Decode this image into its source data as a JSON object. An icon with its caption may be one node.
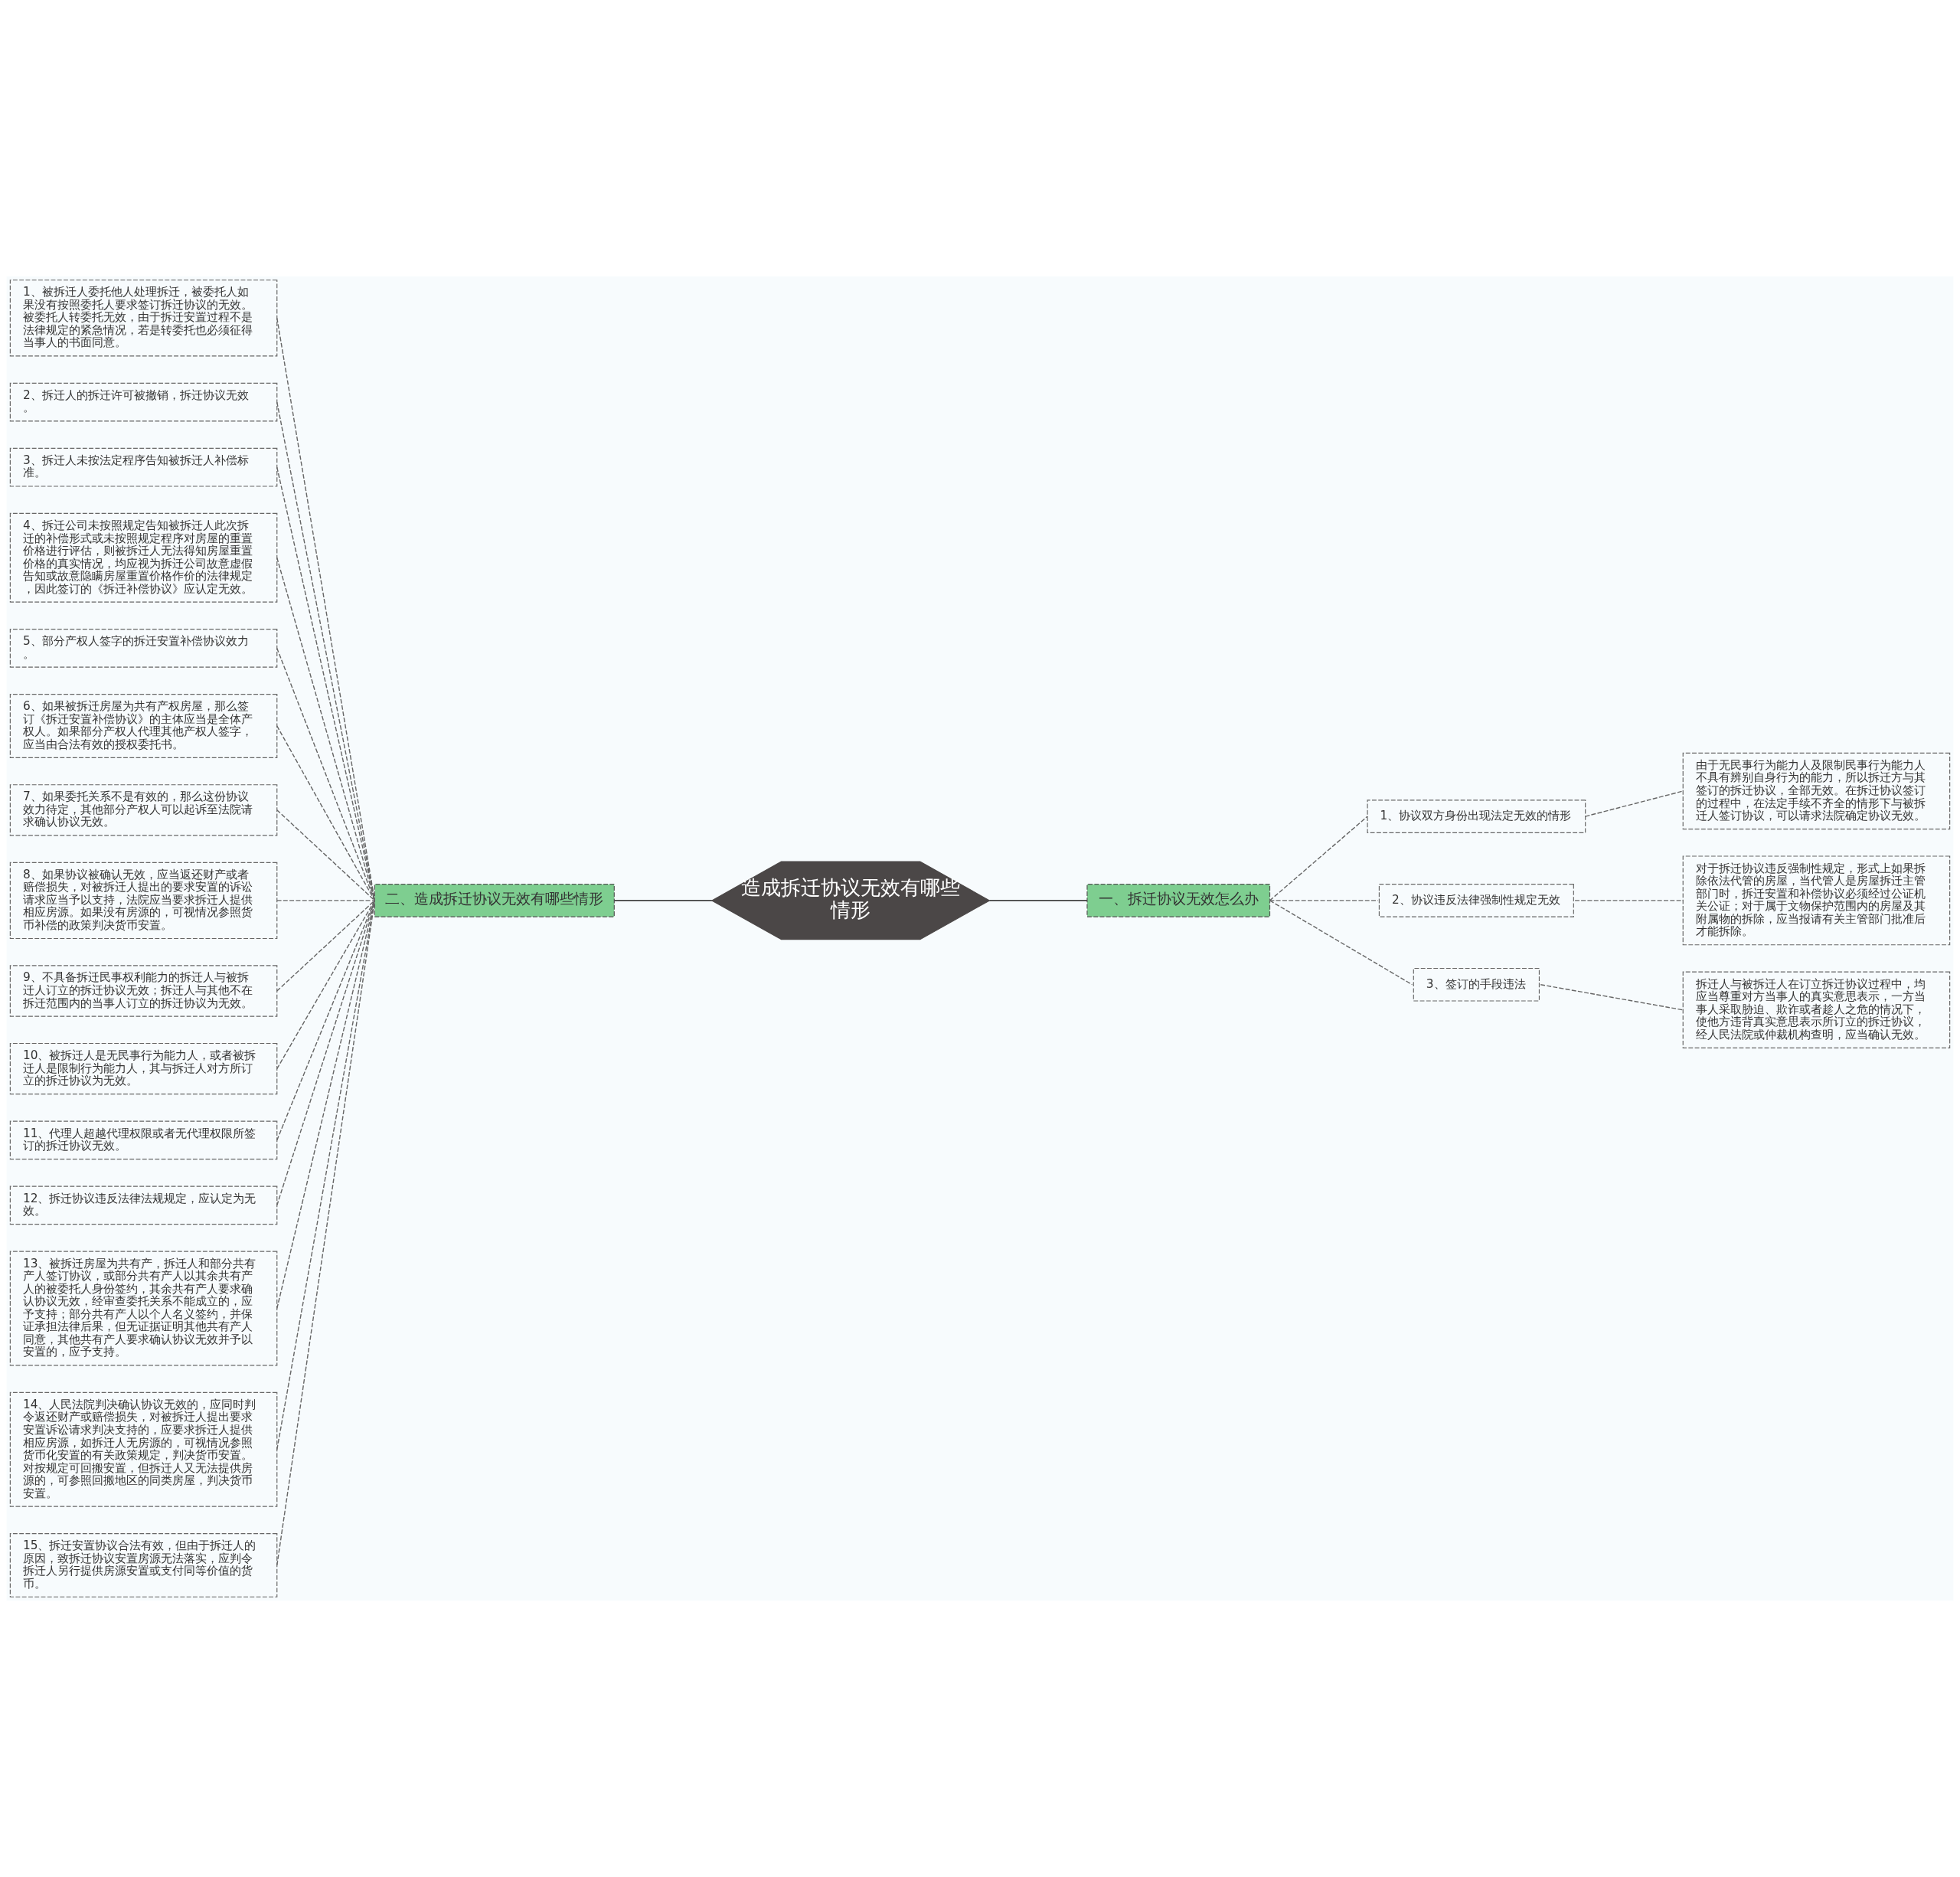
{
  "diagram": {
    "nodes": [
      {
        "text": [
          "造成拆迁协议无效有哪些情形"
        ]
      },
      {
        "text": [
          "一、拆迁协议无效怎么办"
        ]
      },
      {
        "text": [
          "1、协议双方身份出现法定无效的情形"
        ]
      },
      {
        "text": [
          "由于无民事行为能力人及限制民事行为能力人不具有辨别自身行为的能力，所以拆迁方与其签订的拆迁协议，全部无效。在拆迁协议签订的过程中，在法定手续不齐全的情形下与被拆迁人签订协议，可以请求法院确定协议无效。"
        ]
      },
      {
        "text": [
          "2、协议违反法律强制性规定无效"
        ]
      },
      {
        "text": [
          "对于拆迁协议违反强制性规定，形式上如果拆除依法代管的房屋，当代管人是房屋拆迁主管部门时，拆迁安置和补偿协议必须经过公证机关公证；对于属于文物保护范围内的房屋及其附属物的拆除，应当报请有关主管部门批准后才能拆除。"
        ]
      },
      {
        "text": [
          "3、签订的手段违法"
        ]
      },
      {
        "text": [
          "拆迁人与被拆迁人在订立拆迁协议过程中，均应当尊重对方当事人的真实意思表示，一方当事人采取胁迫、欺诈或者趁人之危的情况下，使他方违背真实意思表示所订立的拆迁协议，经人民法院或仲裁机构查明，应当确认无效。"
        ]
      },
      {
        "text": [
          "二、造成拆迁协议无效有哪些情形"
        ]
      },
      {
        "text": [
          "1、被拆迁人委托他人处理拆迁，被委托人如果没有按照委托人要求签订拆迁协议的无效。被委托人转委托无效，由于拆迁安置过程不是法律规定的紧急情况，若是转委托也必须征得当事人的书面同意。"
        ]
      },
      {
        "text": [
          "2、拆迁人的拆迁许可被撤销，拆迁协议无效。"
        ]
      },
      {
        "text": [
          "3、拆迁人未按法定程序告知被拆迁人补偿标准。"
        ]
      },
      {
        "text": [
          "4、拆迁公司未按照规定告知被拆迁人此次拆迁的补偿形式或未按照规定程序对房屋的重置价格进行评估，则被拆迁人无法得知房屋重置价格的真实情况，均应视为拆迁公司故意虚假告知或故意隐瞒房屋重置价格作价的法律规定，因此签订的《拆迁补偿协议》应认定无效。"
        ]
      },
      {
        "text": [
          "5、部分产权人签字的拆迁安置补偿协议效力。"
        ]
      },
      {
        "text": [
          "6、如果被拆迁房屋为共有产权房屋，那么签订《拆迁安置补偿协议》的主体应当是全体产权人。如果部分产权人代理其他产权人签字，应当由合法有效的授权委托书。"
        ]
      },
      {
        "text": [
          "7、如果委托关系不是有效的，那么这份协议效力待定，其他部分产权人可以起诉至法院请求确认协议无效。"
        ]
      },
      {
        "text": [
          "8、如果协议被确认无效，应当返还财产或者赔偿损失，对被拆迁人提出的要求安置的诉讼请求应当予以支持，法院应当要求拆迁人提供相应房源。如果没有房源的，可视情况参照货币补偿的政策判决货币安置。"
        ]
      },
      {
        "text": [
          "9、不具备拆迁民事权利能力的拆迁人与被拆迁人订立的拆迁协议无效；拆迁人与其他不在拆迁范围内的当事人订立的拆迁协议为无效。"
        ]
      },
      {
        "text": [
          "10、被拆迁人是无民事行为能力人，或者被拆迁人是限制行为能力人，其与拆迁人对方所订立的拆迁协议为无效。"
        ]
      },
      {
        "text": [
          "11、代理人超越代理权限或者无代理权限所签订的拆迁协议无效。"
        ]
      },
      {
        "text": [
          "12、拆迁协议违反法律法规规定，应认定为无效。"
        ]
      },
      {
        "text": [
          "13、被拆迁房屋为共有产，拆迁人和部分共有产人签订协议，或部分共有产人以其余共有产人的被委托人身份签约，其余共有产人要求确认协议无效，经审查委托关系不能成立的，应予支持；部分共有产人以个人名义签约，并保证承担法律后果，但无证据证明其他共有产人同意，其他共有产人要求确认协议无效并予以安置的，应予支持。"
        ]
      },
      {
        "text": [
          "14、人民法院判决确认协议无效的，应同时判令返还财产或赔偿损失，对被拆迁人提出要求安置诉讼请求判决支持的，应要求拆迁人提供相应房源，如拆迁人无房源的，可视情况参照货币化安置的有关政策规定，判决货币安置。对按规定可回搬安置，但拆迁人又无法提供房源的，可参照回搬地区的同类房屋，判决货币安置。"
        ]
      },
      {
        "text": [
          "15、拆迁安置协议合法有效，但由于拆迁人的原因，致拆迁协议安置房源无法落实，应判令拆迁人另行提供房源安置或支付同等价值的货币。"
        ]
      }
    ],
    "edges": [
      {
        "from": 0,
        "to": 1,
        "arrow": "none"
      },
      {
        "from": 1,
        "to": 2,
        "arrow": "none",
        "style": "dashed"
      },
      {
        "from": 2,
        "to": 3,
        "arrow": "none",
        "style": "dashed"
      },
      {
        "from": 1,
        "to": 4,
        "arrow": "none",
        "style": "dashed"
      },
      {
        "from": 4,
        "to": 5,
        "arrow": "none",
        "style": "dashed"
      },
      {
        "from": 1,
        "to": 6,
        "arrow": "none",
        "style": "dashed"
      },
      {
        "from": 6,
        "to": 7,
        "arrow": "none",
        "style": "dashed"
      },
      {
        "from": 8,
        "to": 0,
        "arrow": "none"
      },
      {
        "from": 9,
        "to": 8,
        "arrow": "none",
        "style": "dashed"
      },
      {
        "from": 10,
        "to": 8,
        "arrow": "none",
        "style": "dashed"
      },
      {
        "from": 11,
        "to": 8,
        "arrow": "none",
        "style": "dashed"
      },
      {
        "from": 12,
        "to": 8,
        "arrow": "none",
        "style": "dashed"
      },
      {
        "from": 13,
        "to": 8,
        "arrow": "none",
        "style": "dashed"
      },
      {
        "from": 14,
        "to": 8,
        "arrow": "none",
        "style": "dashed"
      },
      {
        "from": 15,
        "to": 8,
        "arrow": "none",
        "style": "dashed"
      },
      {
        "from": 16,
        "to": 8,
        "arrow": "none",
        "style": "dashed"
      },
      {
        "from": 17,
        "to": 8,
        "arrow": "none",
        "style": "dashed"
      },
      {
        "from": 18,
        "to": 8,
        "arrow": "none",
        "style": "dashed"
      },
      {
        "from": 19,
        "to": 8,
        "arrow": "none",
        "style": "dashed"
      },
      {
        "from": 20,
        "to": 8,
        "arrow": "none",
        "style": "dashed"
      },
      {
        "from": 21,
        "to": 8,
        "arrow": "none",
        "style": "dashed"
      },
      {
        "from": 22,
        "to": 8,
        "arrow": "none",
        "style": "dashed"
      },
      {
        "from": 23,
        "to": 8,
        "arrow": "none",
        "style": "dashed"
      }
    ]
  }
}
